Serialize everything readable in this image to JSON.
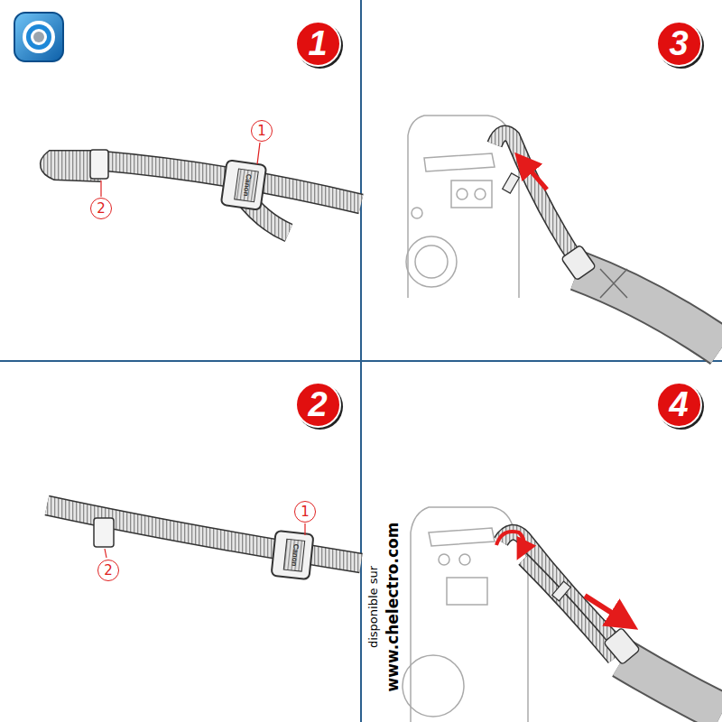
{
  "diagram": {
    "nodes": [
      {
        "text": [
          "1"
        ]
      },
      {
        "text": [
          "1"
        ]
      },
      {
        "text": [
          "2"
        ]
      },
      {
        "text": [
          "3"
        ]
      },
      {
        "text": [
          "2"
        ]
      },
      {
        "text": [
          "1"
        ]
      },
      {
        "text": [
          "2"
        ]
      },
      {
        "text": [
          "4"
        ]
      }
    ],
    "labels": [
      "Canon",
      "Canon",
      "disponible sur",
      "www.chelectro.com"
    ]
  }
}
